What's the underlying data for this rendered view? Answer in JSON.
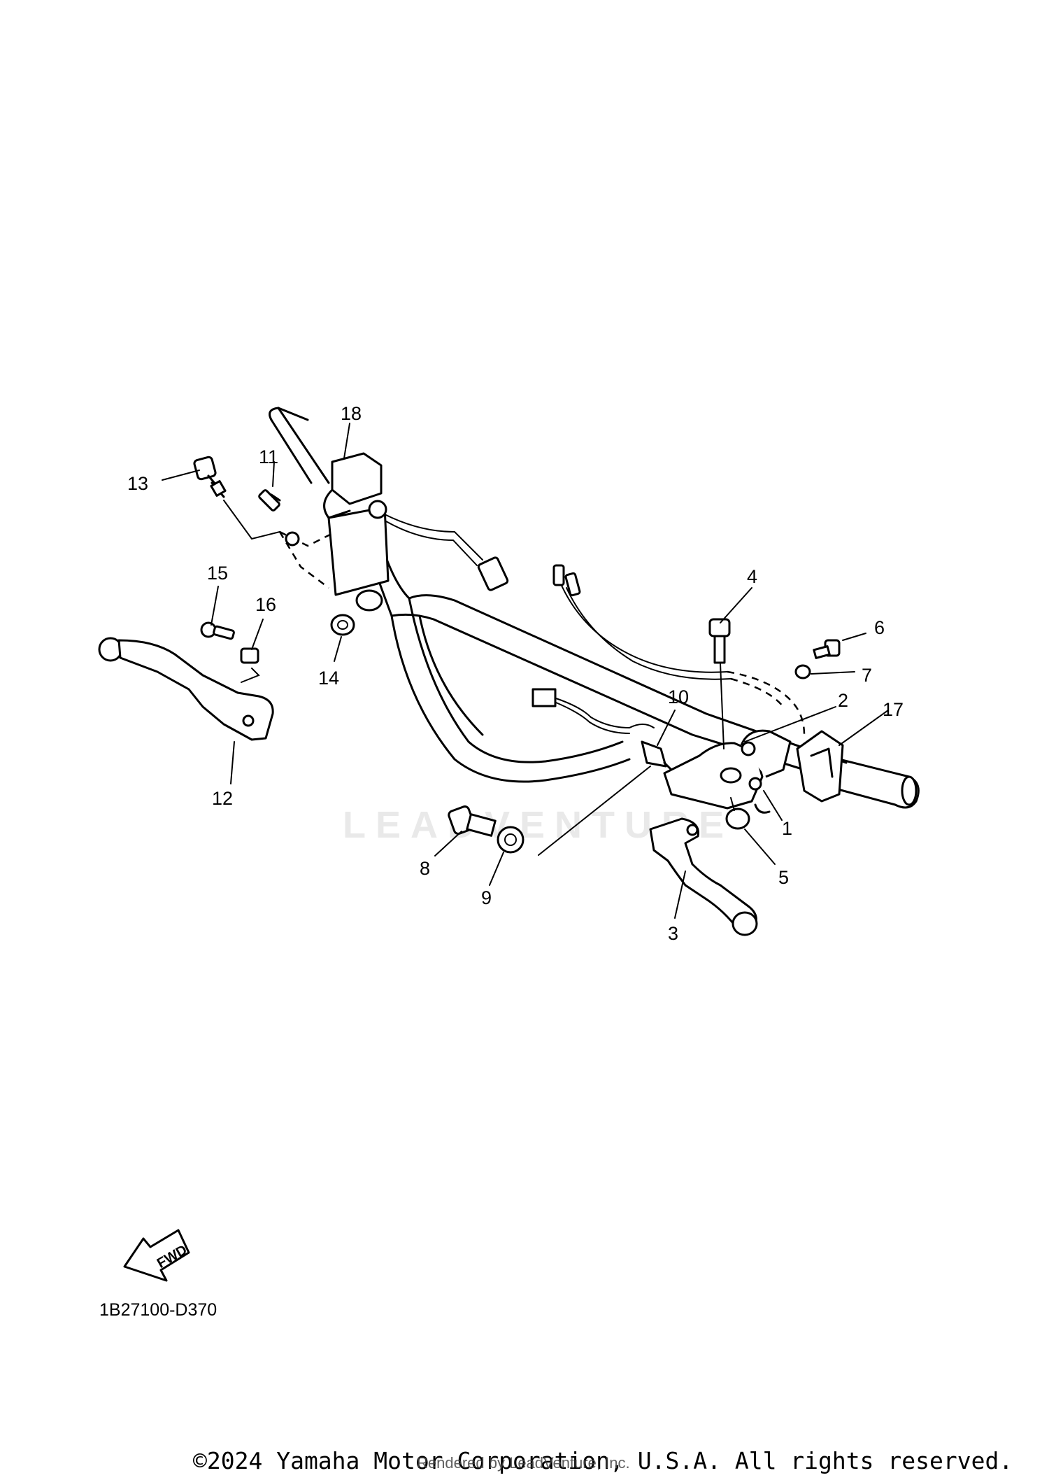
{
  "diagram": {
    "callouts": [
      "1",
      "2",
      "3",
      "4",
      "5",
      "6",
      "7",
      "8",
      "9",
      "10",
      "11",
      "12",
      "13",
      "14",
      "15",
      "16",
      "17",
      "18"
    ],
    "fwd_label": "FWD",
    "drawing_code": "1B27100-D370"
  },
  "watermark": {
    "text": "LEADVENTURE"
  },
  "footer": {
    "copyright": "©2024 Yamaha Motor Corporation, U.S.A. All rights reserved.",
    "rendered_by": "Rendered by LeadVenture, Inc."
  }
}
